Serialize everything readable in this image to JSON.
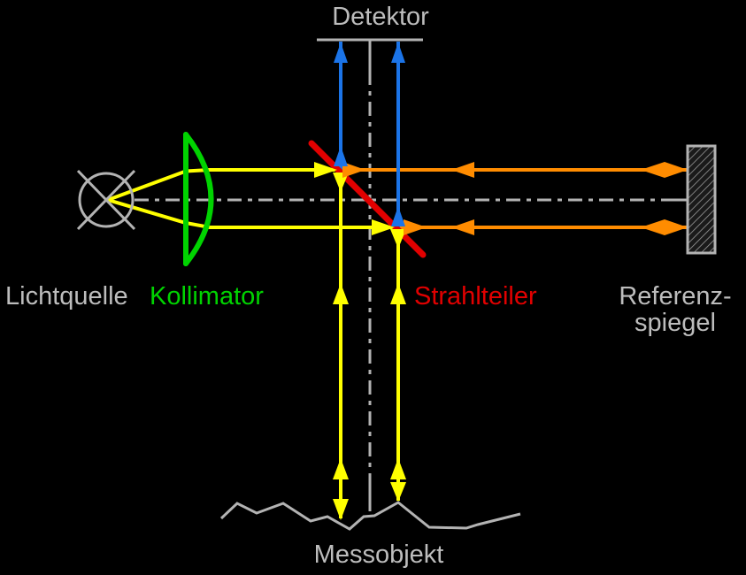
{
  "labels": {
    "detector": "Detektor",
    "light_source": "Lichtquelle",
    "collimator": "Kollimator",
    "beam_splitter": "Strahlteiler",
    "reference_mirror_line1": "Referenz-",
    "reference_mirror_line2": "spiegel",
    "measurement_object": "Messobjekt"
  },
  "colors": {
    "background": "#000000",
    "line_gray": "#b3b3b3",
    "text_gray": "#bdbdbd",
    "beam_yellow": "#ffff00",
    "beam_orange": "#ff8c00",
    "beam_blue": "#1b74e8",
    "lens_green": "#00d300",
    "splitter_red": "#e10000"
  }
}
